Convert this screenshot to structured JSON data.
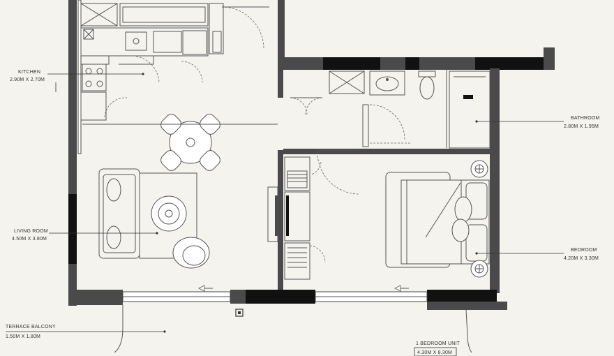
{
  "labels": {
    "kitchen": {
      "name": "KITCHEN",
      "size": "2.90M X 2.70M"
    },
    "living": {
      "name": "LIVING ROOM",
      "size": "4.50M X 3.80M"
    },
    "bathroom": {
      "name": "BATHROOM",
      "size": "2.80M X 1.95M"
    },
    "bedroom": {
      "name": "BEDROOM",
      "size": "4.20M X 3.30M"
    },
    "balcony": {
      "name": "TERRACE BALCONY",
      "size": "1.50M X 1.80M"
    },
    "unit": {
      "name": "1 BEDROOM UNIT",
      "size": "4.30M X 8.30M"
    }
  },
  "colors": {
    "background": "#f4f3ee",
    "wall": "#4a4a4a",
    "wall_dark": "#111111",
    "line": "#555555"
  }
}
